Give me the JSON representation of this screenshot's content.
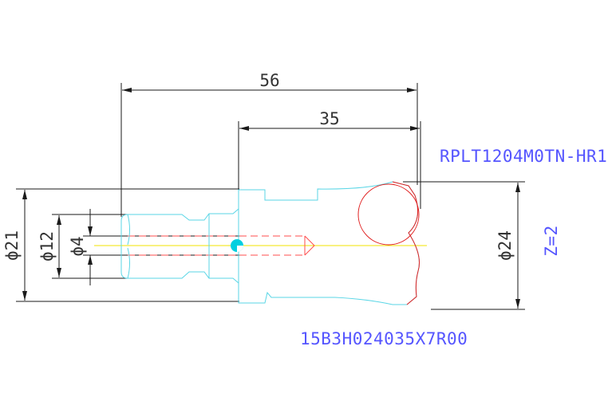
{
  "drawing": {
    "part_code": "RPLT1204M0TN-HR1",
    "item_code": "15B3H024035X7R00",
    "teeth": "Z=2",
    "dimensions": {
      "overall_length": "56",
      "head_length": "35",
      "shank_diameter": "ϕ21",
      "neck_diameter": "ϕ12",
      "bore_diameter": "ϕ4",
      "cutting_diameter": "ϕ24"
    }
  },
  "colors": {
    "dimension": "#1a1a1a",
    "outline": "#5ad6e6",
    "hidden": "#ff4d4d",
    "insert": "#e02020",
    "centerline": "#f2e300",
    "label": "#5555ff",
    "axis_dot": "#00cfe0"
  }
}
